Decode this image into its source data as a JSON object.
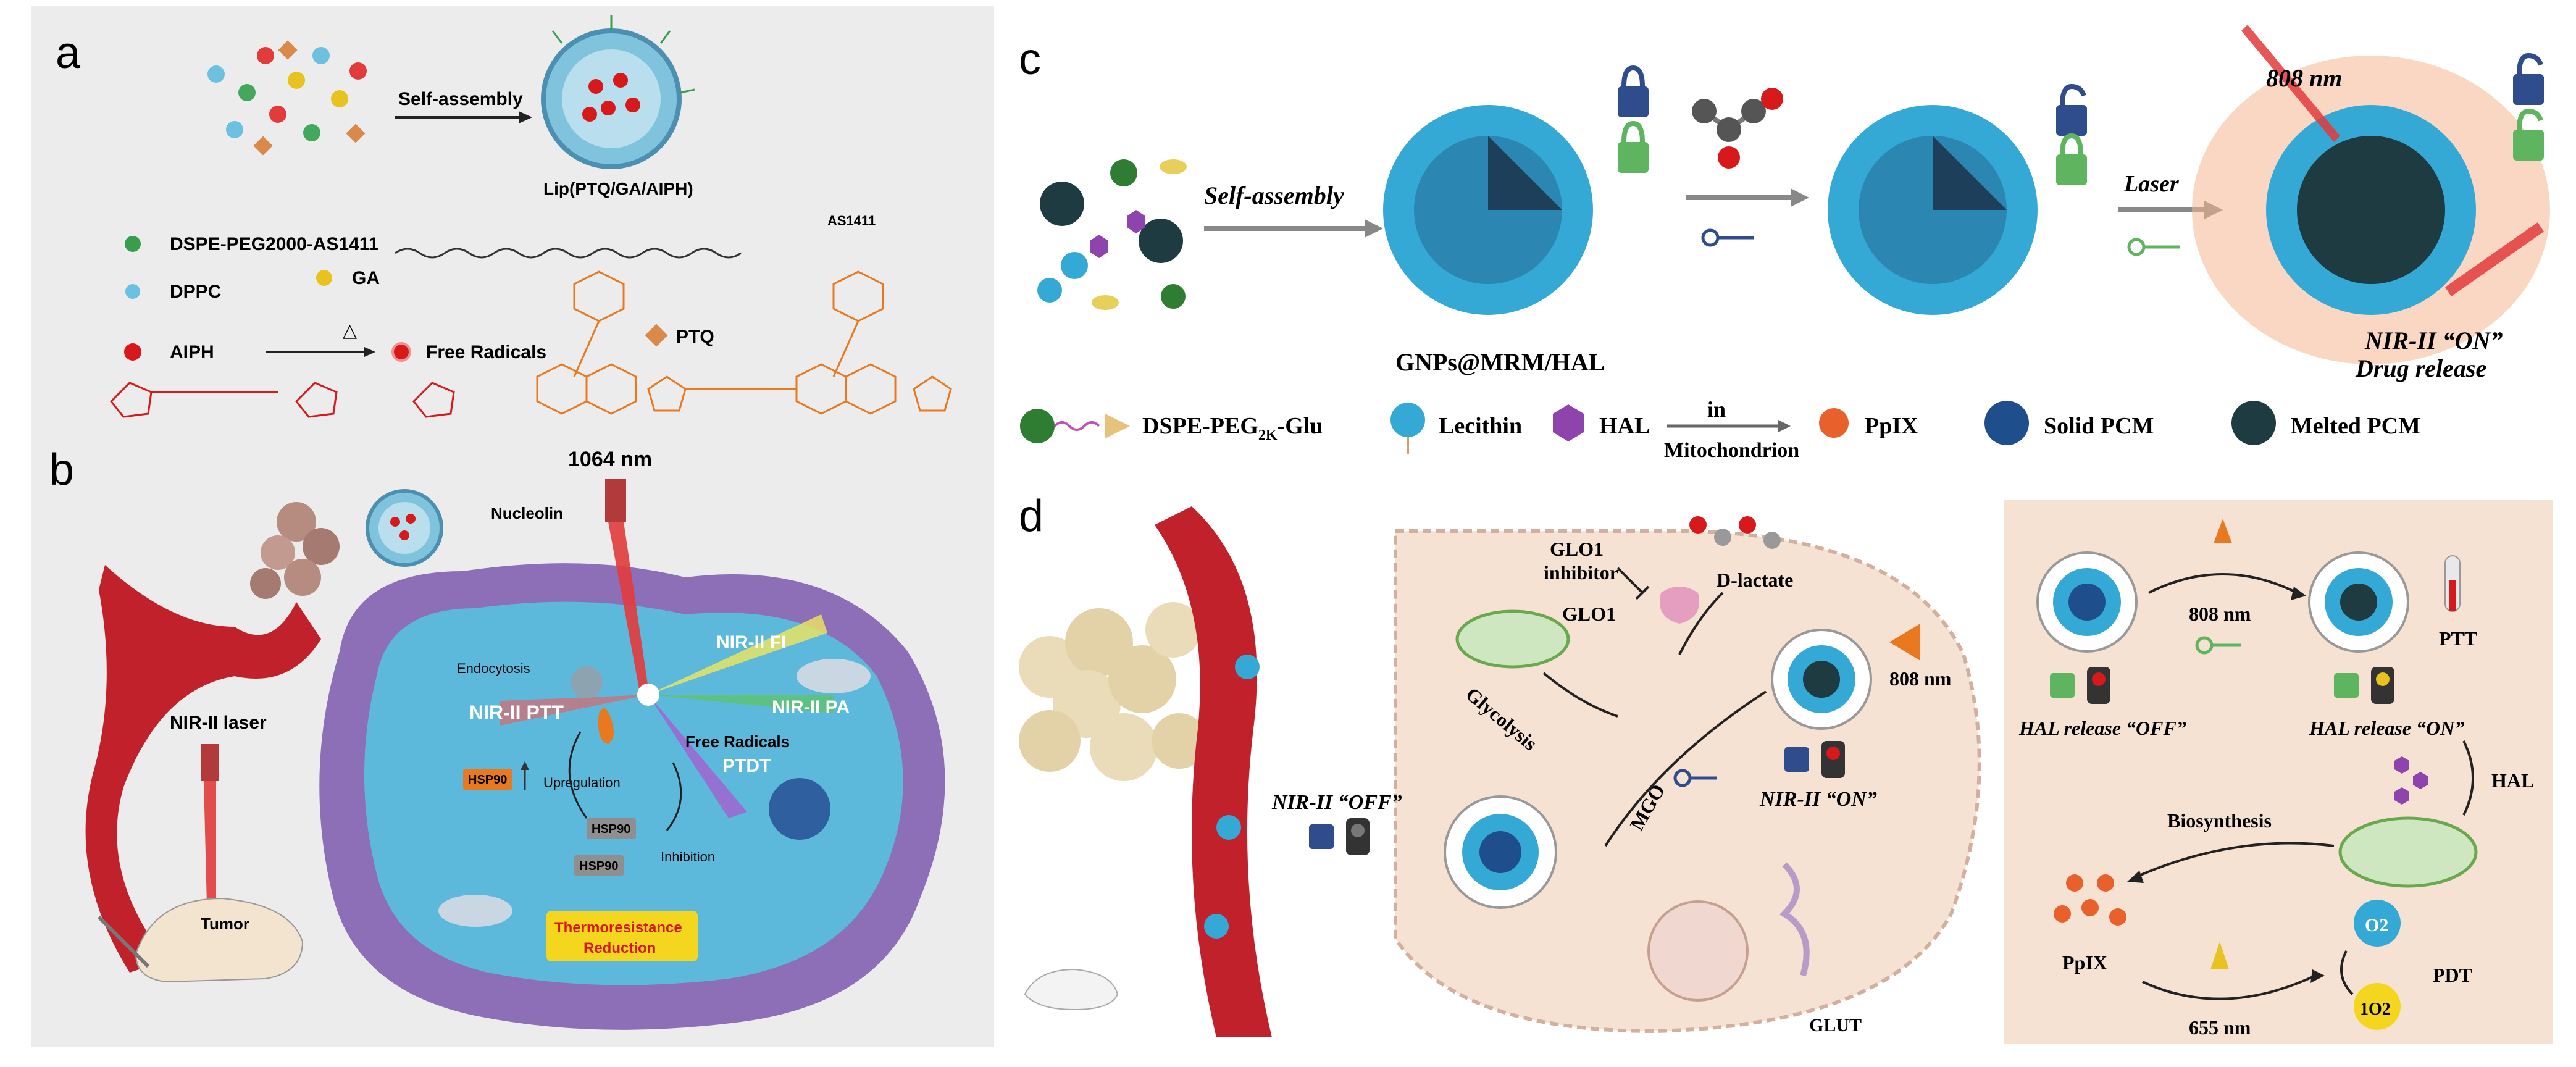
{
  "panels": {
    "a": {
      "letter": "a",
      "self_assembly": "Self-assembly",
      "product": "Lip(PTQ/GA/AIPH)",
      "legend": {
        "dspe": "DSPE-PEG2000-AS1411",
        "dspe_tail": "AS1411",
        "dppc": "DPPC",
        "ga": "GA",
        "aiph": "AIPH",
        "delta": "△",
        "free_radicals": "Free Radicals",
        "ptq": "PTQ"
      }
    },
    "b": {
      "letter": "b",
      "nucleolin": "Nucleolin",
      "laser_1064": "1064 nm",
      "nir2_laser": "NIR-II laser",
      "tumor": "Tumor",
      "endocytosis": "Endocytosis",
      "nir2_fi": "NIR-II FI",
      "nir2_pa": "NIR-II PA",
      "nir2_ptt": "NIR-II PTT",
      "free_radicals": "Free Radicals",
      "ptdt": "PTDT",
      "hsp90": "HSP90",
      "upregulation": "Upregulation",
      "inhibition": "Inhibition",
      "thermo1": "Thermoresistance",
      "thermo2": "Reduction"
    },
    "c": {
      "letter": "c",
      "self_assembly": "Self-assembly",
      "product": "GNPs@MRM/HAL",
      "laser": "Laser",
      "nm808": "808 nm",
      "nir_on": "NIR-II “ON”",
      "drug_release": "Drug release",
      "legend": {
        "dspe": "DSPE-PEG",
        "dspe_sub": "2K",
        "dspe_tail": "-Glu",
        "lecithin": "Lecithin",
        "hal": "HAL",
        "in": "in",
        "mito": "Mitochondrion",
        "ppix": "PpIX",
        "solid": "Solid PCM",
        "melted": "Melted PCM"
      }
    },
    "d": {
      "letter": "d",
      "glo1_inhibitor_1": "GLO1",
      "glo1_inhibitor_2": "inhibitor",
      "glo1": "GLO1",
      "dlactate": "D-lactate",
      "glycolysis": "Glycolysis",
      "mgo": "MGO",
      "nm808": "808 nm",
      "nir_off": "NIR-II “OFF”",
      "nir_on": "NIR-II “ON”",
      "glut": "GLUT",
      "right": {
        "nm808": "808 nm",
        "ptt": "PTT",
        "hal_off": "HAL release “OFF”",
        "hal_on": "HAL release “ON”",
        "hal": "HAL",
        "biosynthesis": "Biosynthesis",
        "ppix": "PpIX",
        "o2": "O2",
        "o2_singlet": "1O2",
        "pdt": "PDT",
        "nm655": "655 nm"
      }
    }
  },
  "colors": {
    "panel_bg": "#ececec",
    "cell_blue": "#5db9dc",
    "membrane": "#8d6fb8",
    "vessel": "#c0212a",
    "lecithin": "#35a9d6",
    "chem_orange": "#e8791f",
    "chem_red": "#d7191c",
    "pale_peach": "#f6e2d2"
  }
}
